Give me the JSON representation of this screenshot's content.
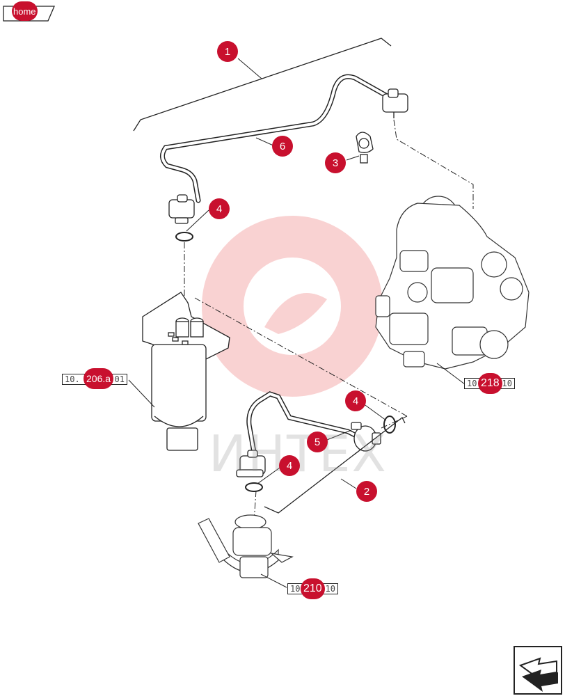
{
  "nav": {
    "home_label": "home"
  },
  "watermark": {
    "text": "ИНТЕХ"
  },
  "callouts": [
    {
      "id": "1",
      "label": "1"
    },
    {
      "id": "6",
      "label": "6"
    },
    {
      "id": "3",
      "label": "3"
    },
    {
      "id": "4a",
      "label": "4"
    },
    {
      "id": "4b",
      "label": "4"
    },
    {
      "id": "5",
      "label": "5"
    },
    {
      "id": "4c",
      "label": "4"
    },
    {
      "id": "2",
      "label": "2"
    }
  ],
  "references": {
    "filter": {
      "box_left": "10.",
      "box_right": "01",
      "badge": "206.a"
    },
    "pump": {
      "box_left": "10",
      "box_right": "10",
      "badge": "218"
    },
    "lift_pump": {
      "box_left": "10",
      "box_right": "10",
      "badge": "210"
    }
  },
  "colors": {
    "accent": "#c8102e",
    "watermark": "#f08080"
  },
  "icons": {
    "home": "home-tab-icon",
    "next": "next-page-arrow-icon"
  }
}
